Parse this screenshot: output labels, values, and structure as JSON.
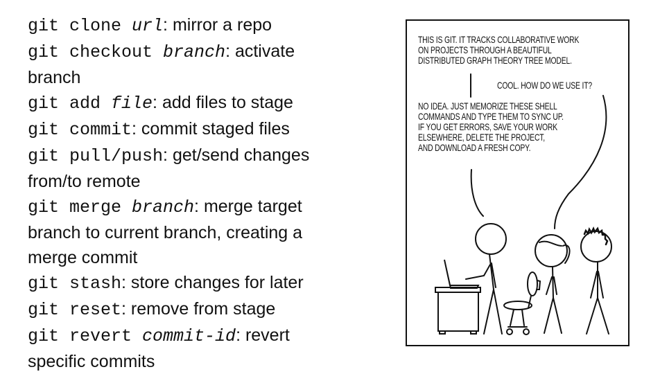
{
  "commands": [
    {
      "cmd": "git clone ",
      "arg": "url",
      "desc": ": mirror a repo"
    },
    {
      "cmd": "git checkout ",
      "arg": "branch",
      "desc": ": activate"
    },
    {
      "cont": "branch"
    },
    {
      "cmd": "git add ",
      "arg": "file",
      "desc": ": add files to stage"
    },
    {
      "cmd": "git commit",
      "arg": "",
      "desc": ": commit staged files"
    },
    {
      "cmd": "git pull/push",
      "arg": "",
      "desc": ": get/send changes"
    },
    {
      "cont": "from/to remote"
    },
    {
      "cmd": "git merge ",
      "arg": "branch",
      "desc": ": merge target"
    },
    {
      "cont": "branch to current branch, creating a"
    },
    {
      "cont": "merge commit"
    },
    {
      "cmd": "git stash",
      "arg": "",
      "desc": ": store changes for later"
    },
    {
      "cmd": "git reset",
      "arg": "",
      "desc": ": remove from stage"
    },
    {
      "cmd": "git revert ",
      "arg": "commit-id",
      "desc": ": revert"
    },
    {
      "cont": "specific commits"
    }
  ],
  "comic": {
    "speech1": [
      "THIS IS GIT.  IT TRACKS COLLABORATIVE WORK",
      "ON PROJECTS THROUGH A BEAUTIFUL",
      "DISTRIBUTED GRAPH THEORY TREE MODEL."
    ],
    "speech2": "COOL.  HOW DO WE USE IT?",
    "speech3": [
      "NO IDEA. JUST MEMORIZE THESE SHELL",
      "COMMANDS AND TYPE THEM TO SYNC UP.",
      "IF YOU GET ERRORS, SAVE YOUR WORK",
      "ELSEWHERE, DELETE THE PROJECT,",
      "AND DOWNLOAD A FRESH COPY."
    ]
  }
}
